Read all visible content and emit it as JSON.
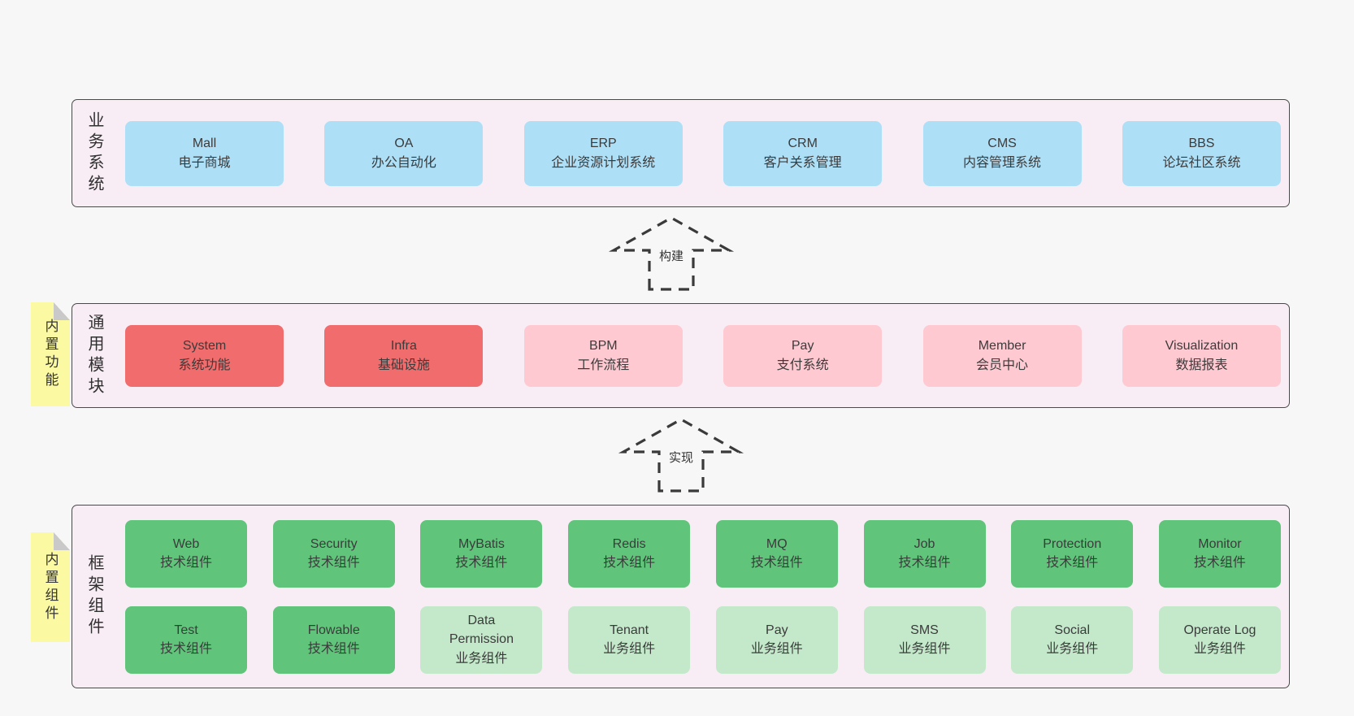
{
  "palette": {
    "page-bg": "#f7f7f7",
    "band-bg": "#f8edf5",
    "band-border": "#4a4a4a",
    "blue": "#addff7",
    "red": "#f16c6c",
    "pink": "#fec9d1",
    "green-dark": "#60c57b",
    "green-light": "#c4e8ca",
    "sticky-yellow": "#fbf9a2",
    "fold-gray": "#c9c9c9",
    "arrow-stroke": "#3a3a3a",
    "text": "#3b3b3b"
  },
  "arrows": [
    {
      "label": "构建"
    },
    {
      "label": "实现"
    }
  ],
  "bands": [
    {
      "label": "业务系统",
      "boxes": [
        {
          "title": "Mall",
          "subtitle": "电子商城",
          "variant": "blue"
        },
        {
          "title": "OA",
          "subtitle": "办公自动化",
          "variant": "blue"
        },
        {
          "title": "ERP",
          "subtitle": "企业资源计划系统",
          "variant": "blue"
        },
        {
          "title": "CRM",
          "subtitle": "客户关系管理",
          "variant": "blue"
        },
        {
          "title": "CMS",
          "subtitle": "内容管理系统",
          "variant": "blue"
        },
        {
          "title": "BBS",
          "subtitle": "论坛社区系统",
          "variant": "blue"
        }
      ]
    },
    {
      "label": "通用模块",
      "sticky": "内置功能",
      "boxes": [
        {
          "title": "System",
          "subtitle": "系统功能",
          "variant": "red"
        },
        {
          "title": "Infra",
          "subtitle": "基础设施",
          "variant": "red"
        },
        {
          "title": "BPM",
          "subtitle": "工作流程",
          "variant": "pink"
        },
        {
          "title": "Pay",
          "subtitle": "支付系统",
          "variant": "pink"
        },
        {
          "title": "Member",
          "subtitle": "会员中心",
          "variant": "pink"
        },
        {
          "title": "Visualization",
          "subtitle": "数据报表",
          "variant": "pink"
        }
      ]
    },
    {
      "label": "框架组件",
      "sticky": "内置组件",
      "rows": [
        [
          {
            "title": "Web",
            "subtitle": "技术组件",
            "variant": "green-dark"
          },
          {
            "title": "Security",
            "subtitle": "技术组件",
            "variant": "green-dark"
          },
          {
            "title": "MyBatis",
            "subtitle": "技术组件",
            "variant": "green-dark"
          },
          {
            "title": "Redis",
            "subtitle": "技术组件",
            "variant": "green-dark"
          },
          {
            "title": "MQ",
            "subtitle": "技术组件",
            "variant": "green-dark"
          },
          {
            "title": "Job",
            "subtitle": "技术组件",
            "variant": "green-dark"
          },
          {
            "title": "Protection",
            "subtitle": "技术组件",
            "variant": "green-dark"
          },
          {
            "title": "Monitor",
            "subtitle": "技术组件",
            "variant": "green-dark"
          }
        ],
        [
          {
            "title": "Test",
            "subtitle": "技术组件",
            "variant": "green-dark"
          },
          {
            "title": "Flowable",
            "subtitle": "技术组件",
            "variant": "green-dark"
          },
          {
            "title": "Data\nPermission",
            "subtitle": "业务组件",
            "variant": "green-light"
          },
          {
            "title": "Tenant",
            "subtitle": "业务组件",
            "variant": "green-light"
          },
          {
            "title": "Pay",
            "subtitle": "业务组件",
            "variant": "green-light"
          },
          {
            "title": "SMS",
            "subtitle": "业务组件",
            "variant": "green-light"
          },
          {
            "title": "Social",
            "subtitle": "业务组件",
            "variant": "green-light"
          },
          {
            "title": "Operate Log",
            "subtitle": "业务组件",
            "variant": "green-light"
          }
        ]
      ]
    }
  ]
}
